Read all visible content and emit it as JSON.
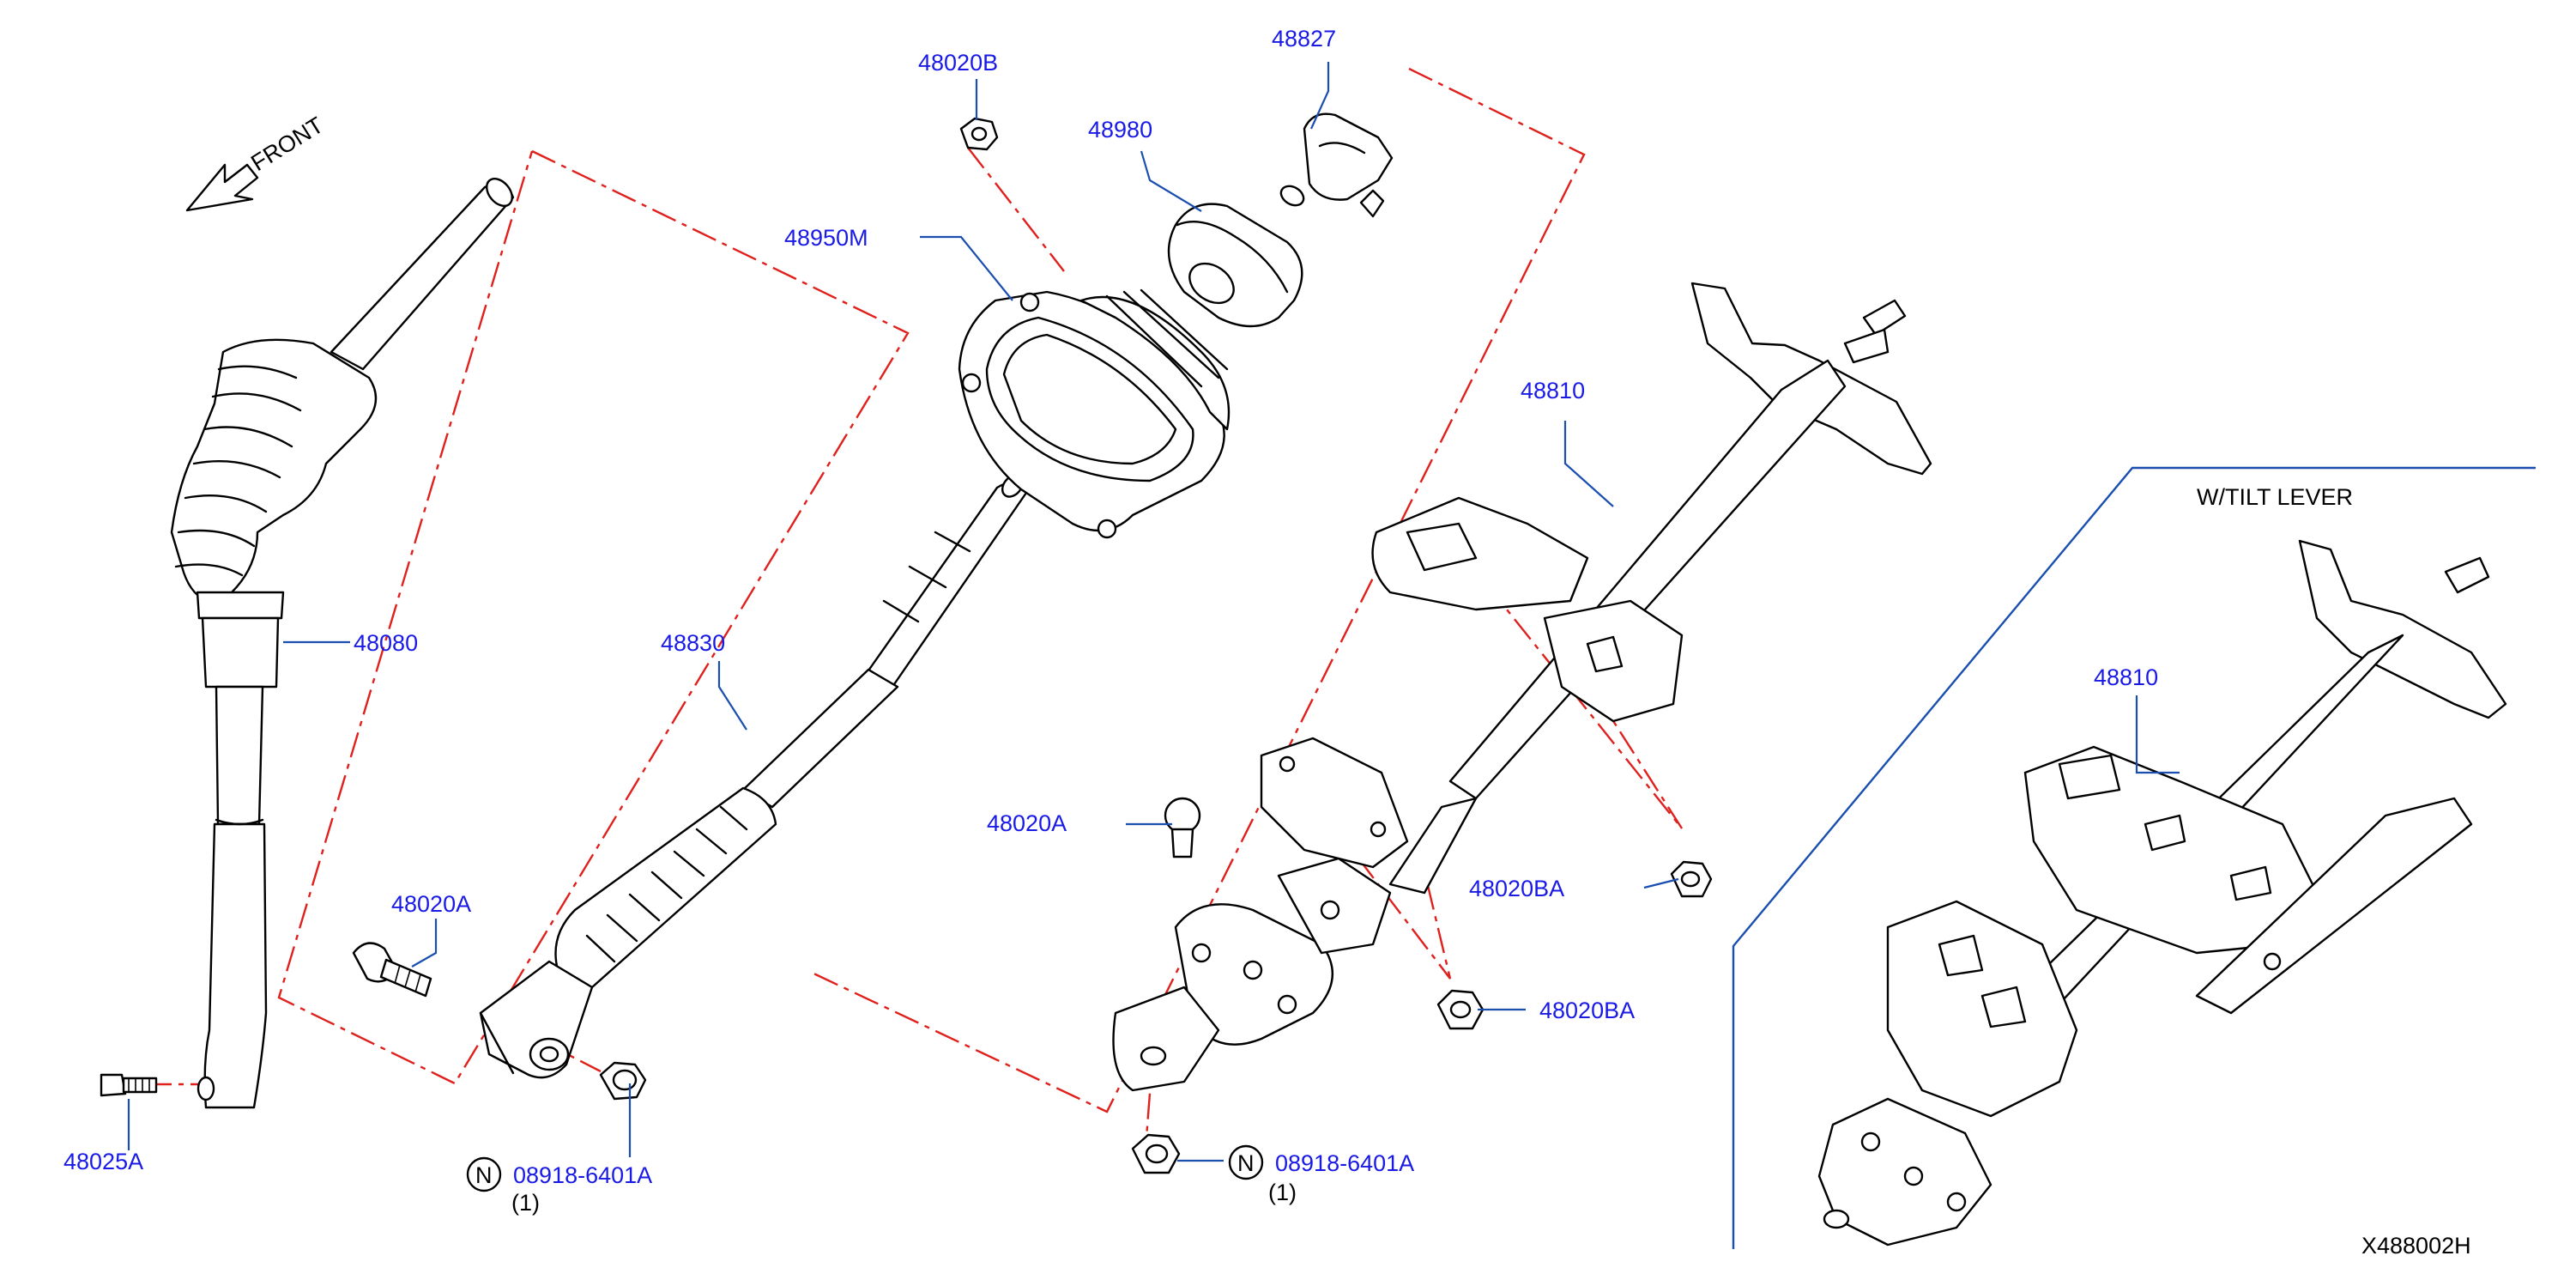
{
  "direction": {
    "label": "FRONT"
  },
  "variant": {
    "label": "W/TILT   LEVER"
  },
  "drawing_code": "X488002H",
  "callouts": [
    {
      "id": "c-48020b",
      "text": "48020B"
    },
    {
      "id": "c-48827",
      "text": "48827"
    },
    {
      "id": "c-48980",
      "text": "48980"
    },
    {
      "id": "c-48950m",
      "text": "48950M"
    },
    {
      "id": "c-48810",
      "text": "48810"
    },
    {
      "id": "c-48080",
      "text": "48080"
    },
    {
      "id": "c-48830",
      "text": "48830"
    },
    {
      "id": "c-48020a-1",
      "text": "48020A"
    },
    {
      "id": "c-48020a-2",
      "text": "48020A"
    },
    {
      "id": "c-48020ba-1",
      "text": "48020BA"
    },
    {
      "id": "c-48020ba-2",
      "text": "48020BA"
    },
    {
      "id": "c-48025a",
      "text": "48025A"
    },
    {
      "id": "c-48810-alt",
      "text": "48810"
    }
  ],
  "nut_notes": [
    {
      "badge": "N",
      "part": "08918-6401A",
      "qty": "(1)"
    },
    {
      "badge": "N",
      "part": "08918-6401A",
      "qty": "(1)"
    }
  ]
}
